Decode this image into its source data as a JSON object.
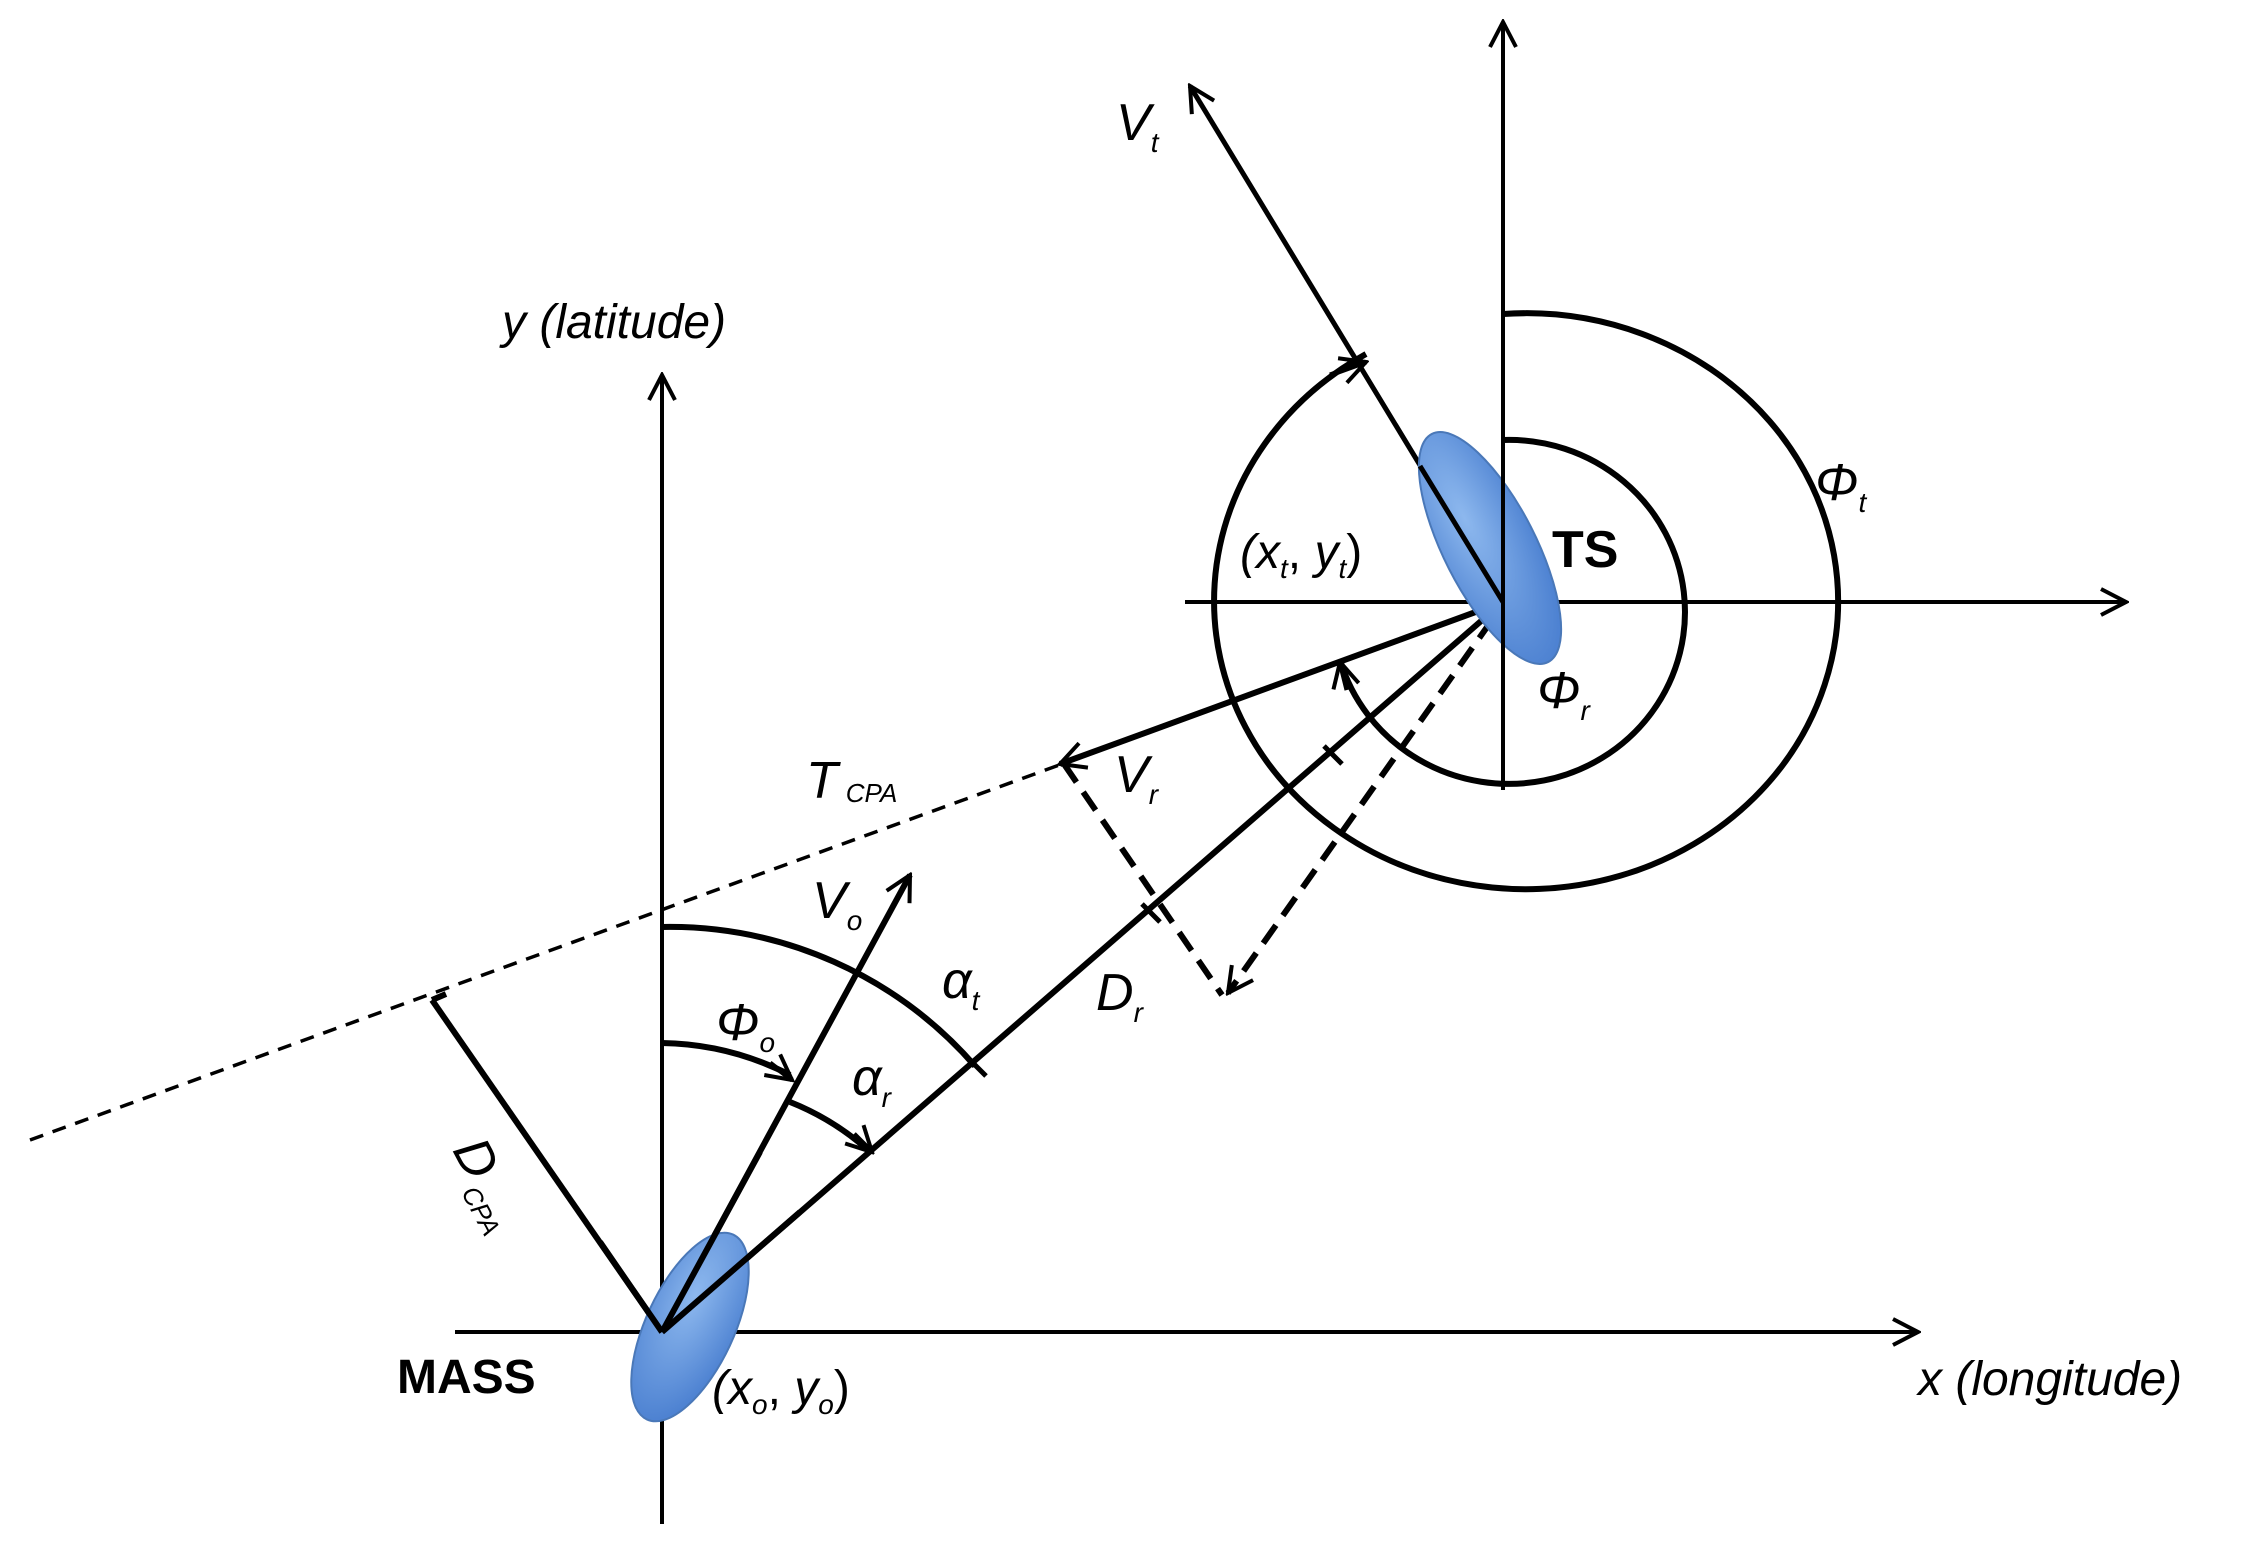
{
  "labels": {
    "y_axis": "y (latitude)",
    "x_axis": "x (longitude)",
    "own_ship": "MASS",
    "target_ship": "TS",
    "own_pos": {
      "x": "x",
      "x_sub": "o",
      "y": "y",
      "y_sub": "o"
    },
    "target_pos": {
      "x": "x",
      "x_sub": "t",
      "y": "y",
      "y_sub": "t"
    },
    "v_t": {
      "main": "V",
      "sub": "t"
    },
    "v_o": {
      "main": "V",
      "sub": "o"
    },
    "v_r": {
      "main": "V",
      "sub": "r"
    },
    "d_r": {
      "main": "D",
      "sub": "r"
    },
    "phi_t": {
      "main": "Φ",
      "sub": "t"
    },
    "phi_r": {
      "main": "Φ",
      "sub": "r"
    },
    "phi_o": {
      "main": "Φ",
      "sub": "o"
    },
    "alpha_t": {
      "main": "α",
      "sub": "t"
    },
    "alpha_r": {
      "main": "α",
      "sub": "r"
    },
    "t_cpa": {
      "main": "T",
      "sub": "CPA"
    },
    "d_cpa": {
      "main": "D",
      "sub": "CPA"
    }
  },
  "colors": {
    "line": "#000000",
    "ship_fill": "#5b8fd6",
    "ship_stroke": "#4a78b8",
    "background": "#ffffff"
  }
}
